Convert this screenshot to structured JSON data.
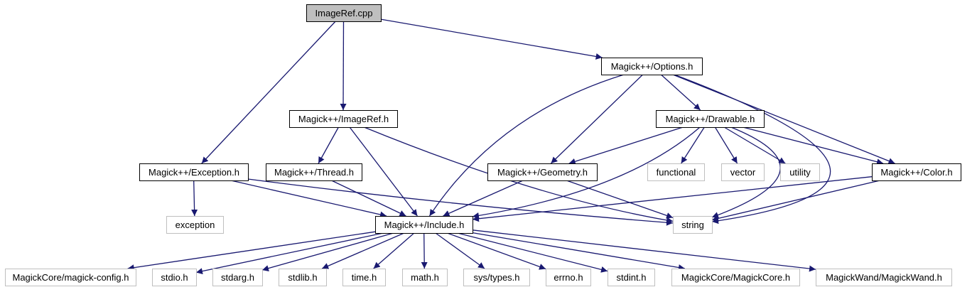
{
  "diagram": {
    "colors": {
      "edge": "#191970",
      "root_fill": "#bfbfbf",
      "root_border": "#000000",
      "internal_border": "#000000",
      "external_border": "#bfbfbf"
    },
    "nodes": [
      {
        "id": "imageref_cpp",
        "label": "ImageRef.cpp",
        "kind": "root"
      },
      {
        "id": "options_h",
        "label": "Magick++/Options.h",
        "kind": "internal"
      },
      {
        "id": "imageref_h",
        "label": "Magick++/ImageRef.h",
        "kind": "internal"
      },
      {
        "id": "drawable_h",
        "label": "Magick++/Drawable.h",
        "kind": "internal"
      },
      {
        "id": "exception_h",
        "label": "Magick++/Exception.h",
        "kind": "internal"
      },
      {
        "id": "thread_h",
        "label": "Magick++/Thread.h",
        "kind": "internal"
      },
      {
        "id": "geometry_h",
        "label": "Magick++/Geometry.h",
        "kind": "internal"
      },
      {
        "id": "functional",
        "label": "functional",
        "kind": "external"
      },
      {
        "id": "vector",
        "label": "vector",
        "kind": "external"
      },
      {
        "id": "utility",
        "label": "utility",
        "kind": "external"
      },
      {
        "id": "color_h",
        "label": "Magick++/Color.h",
        "kind": "internal"
      },
      {
        "id": "exception",
        "label": "exception",
        "kind": "external"
      },
      {
        "id": "include_h",
        "label": "Magick++/Include.h",
        "kind": "internal"
      },
      {
        "id": "string",
        "label": "string",
        "kind": "external"
      },
      {
        "id": "magick_config_h",
        "label": "MagickCore/magick-config.h",
        "kind": "external"
      },
      {
        "id": "stdio_h",
        "label": "stdio.h",
        "kind": "external"
      },
      {
        "id": "stdarg_h",
        "label": "stdarg.h",
        "kind": "external"
      },
      {
        "id": "stdlib_h",
        "label": "stdlib.h",
        "kind": "external"
      },
      {
        "id": "time_h",
        "label": "time.h",
        "kind": "external"
      },
      {
        "id": "math_h",
        "label": "math.h",
        "kind": "external"
      },
      {
        "id": "sys_types_h",
        "label": "sys/types.h",
        "kind": "external"
      },
      {
        "id": "errno_h",
        "label": "errno.h",
        "kind": "external"
      },
      {
        "id": "stdint_h",
        "label": "stdint.h",
        "kind": "external"
      },
      {
        "id": "magickcore_h",
        "label": "MagickCore/MagickCore.h",
        "kind": "external"
      },
      {
        "id": "magickwand_h",
        "label": "MagickWand/MagickWand.h",
        "kind": "external"
      }
    ],
    "edges": [
      {
        "from": "imageref_cpp",
        "to": "exception_h"
      },
      {
        "from": "imageref_cpp",
        "to": "imageref_h"
      },
      {
        "from": "imageref_cpp",
        "to": "options_h"
      },
      {
        "from": "options_h",
        "to": "include_h"
      },
      {
        "from": "options_h",
        "to": "geometry_h"
      },
      {
        "from": "options_h",
        "to": "drawable_h"
      },
      {
        "from": "options_h",
        "to": "color_h"
      },
      {
        "from": "options_h",
        "to": "string"
      },
      {
        "from": "imageref_h",
        "to": "thread_h"
      },
      {
        "from": "imageref_h",
        "to": "include_h"
      },
      {
        "from": "imageref_h",
        "to": "string"
      },
      {
        "from": "drawable_h",
        "to": "geometry_h"
      },
      {
        "from": "drawable_h",
        "to": "include_h"
      },
      {
        "from": "drawable_h",
        "to": "functional"
      },
      {
        "from": "drawable_h",
        "to": "vector"
      },
      {
        "from": "drawable_h",
        "to": "utility"
      },
      {
        "from": "drawable_h",
        "to": "color_h"
      },
      {
        "from": "drawable_h",
        "to": "string"
      },
      {
        "from": "exception_h",
        "to": "exception"
      },
      {
        "from": "exception_h",
        "to": "include_h"
      },
      {
        "from": "exception_h",
        "to": "string"
      },
      {
        "from": "thread_h",
        "to": "include_h"
      },
      {
        "from": "geometry_h",
        "to": "include_h"
      },
      {
        "from": "geometry_h",
        "to": "string"
      },
      {
        "from": "color_h",
        "to": "include_h"
      },
      {
        "from": "color_h",
        "to": "string"
      },
      {
        "from": "include_h",
        "to": "magick_config_h"
      },
      {
        "from": "include_h",
        "to": "stdio_h"
      },
      {
        "from": "include_h",
        "to": "stdarg_h"
      },
      {
        "from": "include_h",
        "to": "stdlib_h"
      },
      {
        "from": "include_h",
        "to": "time_h"
      },
      {
        "from": "include_h",
        "to": "math_h"
      },
      {
        "from": "include_h",
        "to": "sys_types_h"
      },
      {
        "from": "include_h",
        "to": "errno_h"
      },
      {
        "from": "include_h",
        "to": "stdint_h"
      },
      {
        "from": "include_h",
        "to": "magickcore_h"
      },
      {
        "from": "include_h",
        "to": "magickwand_h"
      }
    ]
  }
}
